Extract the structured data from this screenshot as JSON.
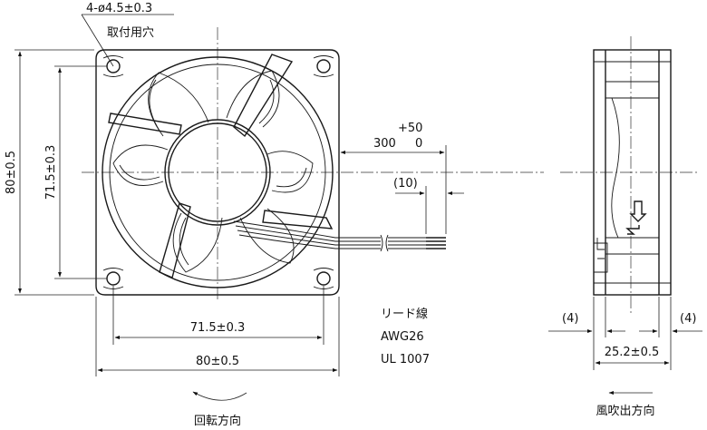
{
  "labels": {
    "hole_spec": "4-ø4.5±0.3",
    "hole_note": "取付用穴",
    "height_outer": "80±0.5",
    "height_pitch": "71.5±0.3",
    "width_pitch": "71.5±0.3",
    "width_outer": "80±0.5",
    "lead_length": "300",
    "lead_tol_upper": "+50",
    "lead_tol_lower": "0",
    "strip_length": "(10)",
    "wire_title": "リード線",
    "wire_gauge": "AWG26",
    "wire_standard": "UL 1007",
    "rotation_direction": "回転方向",
    "side_offset_left": "(4)",
    "side_offset_right": "(4)",
    "depth": "25.2±0.5",
    "airflow_direction": "風吹出方向"
  }
}
